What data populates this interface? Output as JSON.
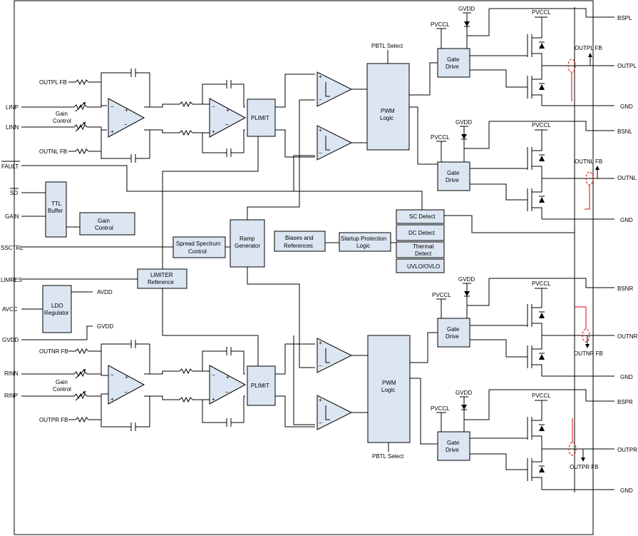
{
  "pins_left": {
    "linp": "LINP",
    "linn": "LINN",
    "fault": "FAULT",
    "sd": "SD",
    "gain": "GAIN",
    "ssctrl": "SSCTRL",
    "limres": "LIMRES",
    "avcc": "AVCC",
    "gvdd": "GVDD",
    "rinn": "RINN",
    "rinp": "RINP"
  },
  "pins_right": {
    "bspl": "BSPL",
    "outpl": "OUTPL",
    "gnd": "GND",
    "bsnl": "BSNL",
    "outnl": "OUTNL",
    "bsnr": "BSNR",
    "outnr": "OUTNR",
    "bspr": "BSPR",
    "outpr": "OUTPR"
  },
  "feedback": {
    "outpl_fb": "OUTPL FB",
    "outnl_fb": "OUTNL FB",
    "outnr_fb": "OUTNR FB",
    "outpr_fb": "OUTPR FB"
  },
  "blocks": {
    "gain_control_line1": "Gain",
    "gain_control_line2": "Control",
    "plimit": "PLIMIT",
    "pbtl_select": "PBTL Select",
    "pwm_line1": "PWM",
    "pwm_line2": "Logic",
    "gate_line1": "Gate",
    "gate_line2": "Drive",
    "pvccl": "PVCCL",
    "gvdd": "GVDD",
    "ttl_line1": "TTL",
    "ttl_line2": "Buffer",
    "ss_line1": "Spread Spectrum",
    "ss_line2": "Control",
    "ramp_line1": "Ramp",
    "ramp_line2": "Generator",
    "biases_line1": "Biases and",
    "biases_line2": "References",
    "startup_line1": "Startup Protection",
    "startup_line2": "Logic",
    "sc_detect": "SC Detect",
    "dc_detect": "DC Detect",
    "thermal_line1": "Thermal",
    "thermal_line2": "Detect",
    "uvlo": "UVLO/OVLO",
    "limiter_line1": "LIMITER",
    "limiter_line2": "Reference",
    "ldo_line1": "LDO",
    "ldo_line2": "Regulator",
    "avdd": "AVDD"
  }
}
